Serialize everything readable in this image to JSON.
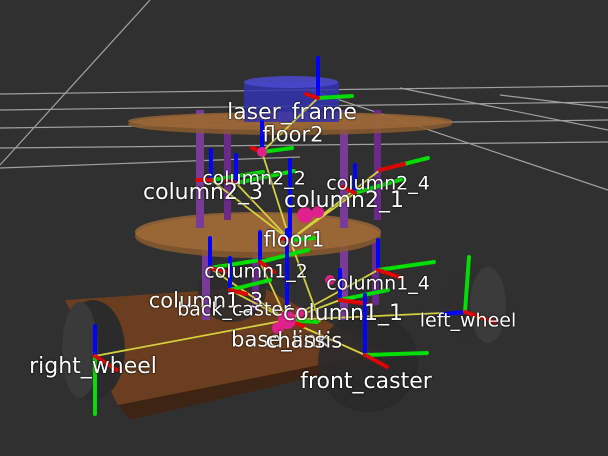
{
  "viewport": {
    "background": "#303030",
    "grid_color": "#a0a0a0",
    "colors": {
      "x_axis": "#e00000",
      "y_axis": "#00dd00",
      "z_axis": "#0000ff",
      "link_line": "#d6d040",
      "joint_marker": "#e0208c",
      "platform": "#7a4a24",
      "column": "#8a3aa8",
      "wheel": "#2e2e2e",
      "laser": "#3535b5"
    }
  },
  "frames": {
    "laser_frame": "laser_frame",
    "floor2": "floor2",
    "column2_2": "column2_2",
    "column2_4": "column2_4",
    "column2_3": "column2_3",
    "column2_1": "column2_1",
    "floor1": "floor1",
    "column1_2": "column1_2",
    "column1_4": "column1_4",
    "column1_3": "column1_3",
    "back_caster": "back_caster",
    "column1_1": "column1_1",
    "left_wheel": "left_wheel",
    "base_link": "base_link",
    "chassis": "chassis",
    "right_wheel": "right_wheel",
    "front_caster": "front_caster"
  }
}
